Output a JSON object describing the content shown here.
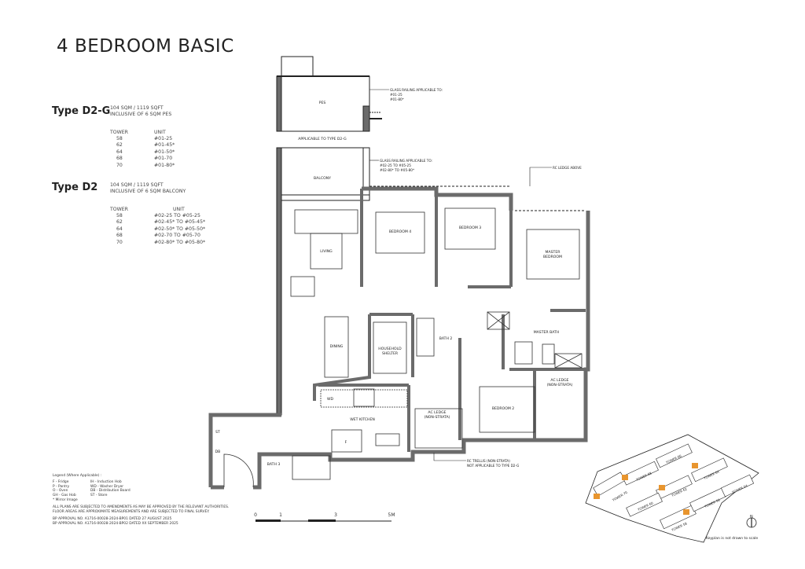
{
  "title": "4 BEDROOM BASIC",
  "types": [
    {
      "name": "Type D2-G",
      "area": "104 SQM / 1119 SQFT",
      "note": "INCLUSIVE OF 6 SQM PES",
      "col_tower": "TOWER",
      "col_unit": "UNIT",
      "rows": [
        {
          "tower": "58",
          "unit": "#01-25"
        },
        {
          "tower": "62",
          "unit": "#01-45*"
        },
        {
          "tower": "64",
          "unit": "#01-50*"
        },
        {
          "tower": "68",
          "unit": "#01-70"
        },
        {
          "tower": "70",
          "unit": "#01-80*"
        }
      ]
    },
    {
      "name": "Type D2",
      "area": "104 SQM / 1119 SQFT",
      "note": "INCLUSIVE OF 6 SQM BALCONY",
      "col_tower": "TOWER",
      "col_unit": "UNIT",
      "rows": [
        {
          "tower": "58",
          "unit": "#02-25 TO #05-25"
        },
        {
          "tower": "62",
          "unit": "#02-45* TO #05-45*"
        },
        {
          "tower": "64",
          "unit": "#02-50* TO #05-50*"
        },
        {
          "tower": "68",
          "unit": "#02-70 TO #05-70"
        },
        {
          "tower": "70",
          "unit": "#02-80* TO #05-80*"
        }
      ]
    }
  ],
  "legend": {
    "heading": "Legend (Where Applicable) :",
    "col1": [
      "F - Fridge",
      "P - Pantry",
      "O - Oven",
      "GH - Gas Hob",
      "* Mirror Image"
    ],
    "col2": [
      "IH - Induction Hob",
      "WD - Washer Dryer",
      "DB - Distribution Board",
      "ST - Store"
    ]
  },
  "disclaimer": [
    "ALL PLANS ARE SUBJECTED TO AMENDMENTS AS MAY BE APPROVED BY THE RELEVANT AUTHORITIES.",
    "FLOOR AREAS ARE APPROXIMATE MEASUREMENTS AND ARE SUBJECTED TO FINAL SURVEY."
  ],
  "approvals": [
    "BP APPROVAL NO. A1716-00028-2024-BP01 DATED 27 AUGUST 2025",
    "BP APPROVAL NO. A1716-00028-2024-BP02 DATED XX SEPTEMBER 2025"
  ],
  "rooms": {
    "pes": "PES",
    "pes_note": "APPLICABLE TO TYPE D2-G",
    "balcony": "BALCONY",
    "living": "LIVING",
    "dining": "DINING",
    "bedroom4": "BEDROOM 4",
    "bedroom3": "BEDROOM 3",
    "master_bedroom_1": "MASTER",
    "master_bedroom_2": "BEDROOM",
    "bedroom2": "BEDROOM 2",
    "master_bath": "MASTER BATH",
    "bath2": "BATH 2",
    "bath3": "BATH 3",
    "shelter_1": "HOUSEHOLD",
    "shelter_2": "SHELTER",
    "wet_kitchen": "WET KITCHEN",
    "ac_ledge_1": "AC LEDGE",
    "ac_ledge_2": "(NON-STRATA)",
    "ac_ledge_r1": "AC LEDGE",
    "ac_ledge_r2": "(NON-STRATA)",
    "st": "ST",
    "db": "DB",
    "wd": "WD",
    "f": "F"
  },
  "callouts": {
    "glass1": [
      "GLASS RAILING APPLICABLE TO:",
      "#01-25",
      "#01-80*"
    ],
    "glass2": [
      "GLASS RAILING APPLICABLE TO:",
      "#02-25 TO #05-25",
      "#02-80* TO #05-80*"
    ],
    "rc_ledge": "RC LEDGE ABOVE",
    "rc_trellis": [
      "RC TRELLIS (NON-STRATA)",
      "NOT APPLICABLE TO TYPE D2-G"
    ]
  },
  "scale": {
    "ticks": [
      "0",
      "1",
      "3",
      "5M"
    ]
  },
  "keyplan": {
    "towers": [
      "TOWER 70",
      "TOWER 68",
      "TOWER 66",
      "TOWER 64",
      "TOWER 62",
      "TOWER 60",
      "TOWER 58",
      "TOWER 56",
      "TOWER 54"
    ],
    "north": "N",
    "note": "Keyplan is not drawn to scale",
    "highlight_color": "#e8952e"
  },
  "colors": {
    "wall": "#6b6b6b",
    "line": "#222222"
  }
}
